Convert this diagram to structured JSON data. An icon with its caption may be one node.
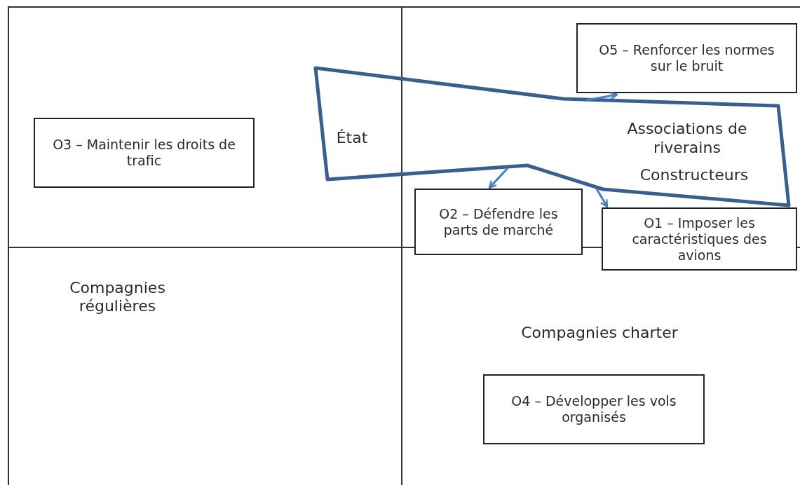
{
  "diagram": {
    "nodes": [
      {
        "text": [
          "O5 – Renforcer les normes sur le bruit"
        ]
      },
      {
        "text": [
          "O3 – Maintenir les droits de trafic"
        ]
      },
      {
        "text": [
          "État",
          "Associations de riverains",
          "Constructeurs"
        ]
      },
      {
        "text": [
          "O2 – Défendre les parts de marché"
        ]
      },
      {
        "text": [
          "O1 – Imposer les caractéristiques des avions"
        ]
      },
      {
        "text": [
          "O4 – Développer les vols organisés"
        ]
      }
    ],
    "edges": [
      {
        "from": 2,
        "to": 0,
        "arrow": "to"
      },
      {
        "from": 2,
        "to": 3,
        "arrow": "to"
      },
      {
        "from": 2,
        "to": 4,
        "arrow": "to"
      }
    ],
    "labels": [
      "Compagnies régulières",
      "Compagnies charter"
    ]
  }
}
